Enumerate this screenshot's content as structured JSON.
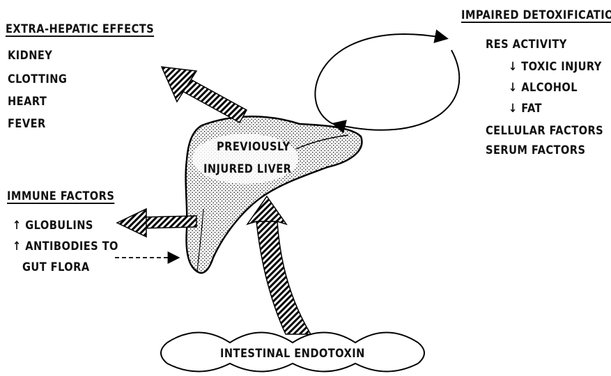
{
  "left_top": {
    "heading": "EXTRA-HEPATIC EFFECTS",
    "items": [
      "KIDNEY",
      "CLOTTING",
      "HEART",
      "FEVER"
    ]
  },
  "right_top": {
    "heading": "IMPAIRED DETOXIFICATION",
    "res_activity": "RES ACTIVITY",
    "sub_items": [
      "TOXIC INJURY",
      "ALCOHOL",
      "FAT"
    ],
    "other_items": [
      "CELLULAR FACTORS",
      "SERUM FACTORS"
    ]
  },
  "liver": {
    "line1": "PREVIOUSLY",
    "line2": "INJURED LIVER"
  },
  "left_bottom": {
    "heading": "IMMUNE FACTORS",
    "line1": "GLOBULINS",
    "line2": "ANTIBODIES TO",
    "line3": "GUT FLORA"
  },
  "bottom": {
    "label": "INTESTINAL ENDOTOXIN"
  },
  "glyphs": {
    "up": "↑",
    "down": "↓"
  }
}
